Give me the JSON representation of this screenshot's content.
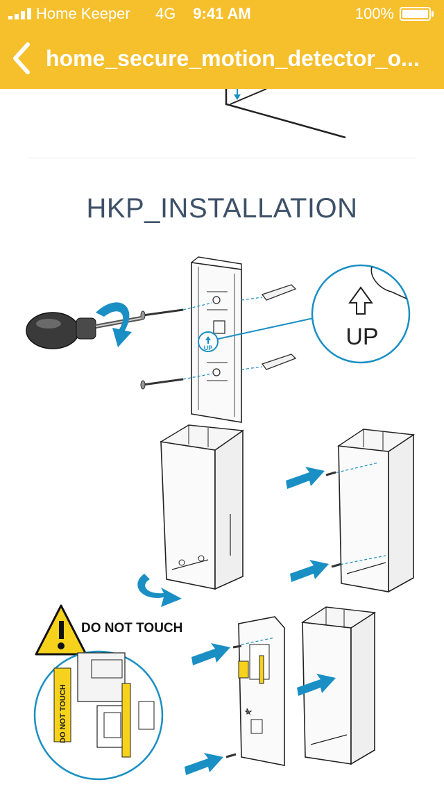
{
  "status_bar": {
    "carrier": "Home Keeper",
    "network": "4G",
    "time": "9:41 AM",
    "battery_percent": "100%"
  },
  "nav": {
    "title": "home_secure_motion_detector_o...",
    "back_icon": "chevron-left-icon"
  },
  "section": {
    "title": "HKP_INSTALLATION"
  },
  "illustration": {
    "up_label": "UP",
    "warning_label": "DO NOT TOUCH",
    "sticker_text": "DO NOT TOUCH",
    "accent_color": "#1a8fc4",
    "warning_color": "#f6d21c"
  },
  "colors": {
    "header": "#f6bf2c",
    "title_text": "#3d5168"
  }
}
